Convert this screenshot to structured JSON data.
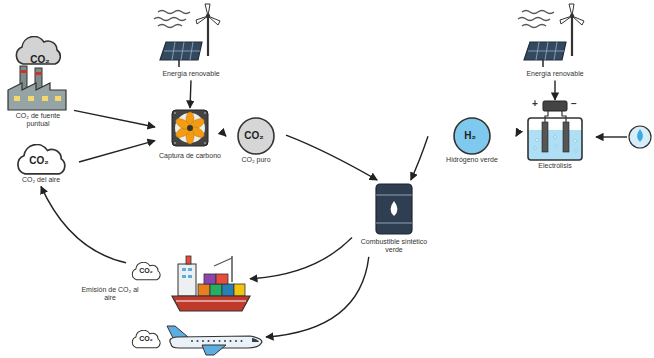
{
  "diagram": {
    "nodes": [
      {
        "text": [
          "Energía renovable"
        ]
      },
      {
        "text": [
          "CO₂",
          "CO₂ de fuente puntual"
        ]
      },
      {
        "text": [
          "CO₂",
          "CO₂ del aire"
        ]
      },
      {
        "text": [
          "Captura de carbono"
        ]
      },
      {
        "text": [
          "CO₂",
          "CO₂ puro"
        ]
      },
      {
        "text": [
          "Energía renovable"
        ]
      },
      {
        "text": [
          "H₂",
          "Hidrógeno verde"
        ]
      },
      {
        "text": [
          "Electrólisis"
        ]
      },
      {
        "text": [
          "Combustible sintético verde"
        ]
      },
      {
        "text": [
          "CO₂"
        ]
      },
      {
        "text": [
          "CO₂"
        ]
      }
    ],
    "edges": [
      {
        "from": 0,
        "to": 3,
        "arrow": "to"
      },
      {
        "from": 1,
        "to": 3,
        "arrow": "to"
      },
      {
        "from": 2,
        "to": 3,
        "arrow": "to"
      },
      {
        "from": 3,
        "to": 4,
        "arrow": "to"
      },
      {
        "from": 4,
        "to": 8,
        "arrow": "to"
      },
      {
        "from": 5,
        "to": 7,
        "arrow": "to"
      },
      {
        "from": 7,
        "to": 6,
        "arrow": "to"
      },
      {
        "from": 6,
        "to": 8,
        "arrow": "to"
      },
      {
        "from": 8,
        "to": 9,
        "arrow": "to"
      },
      {
        "from": 8,
        "to": 10,
        "arrow": "to"
      },
      {
        "from": 9,
        "to": 2,
        "arrow": "to"
      }
    ],
    "labels": [
      "Emisión de CO₂ al aire",
      "+",
      "−"
    ]
  }
}
